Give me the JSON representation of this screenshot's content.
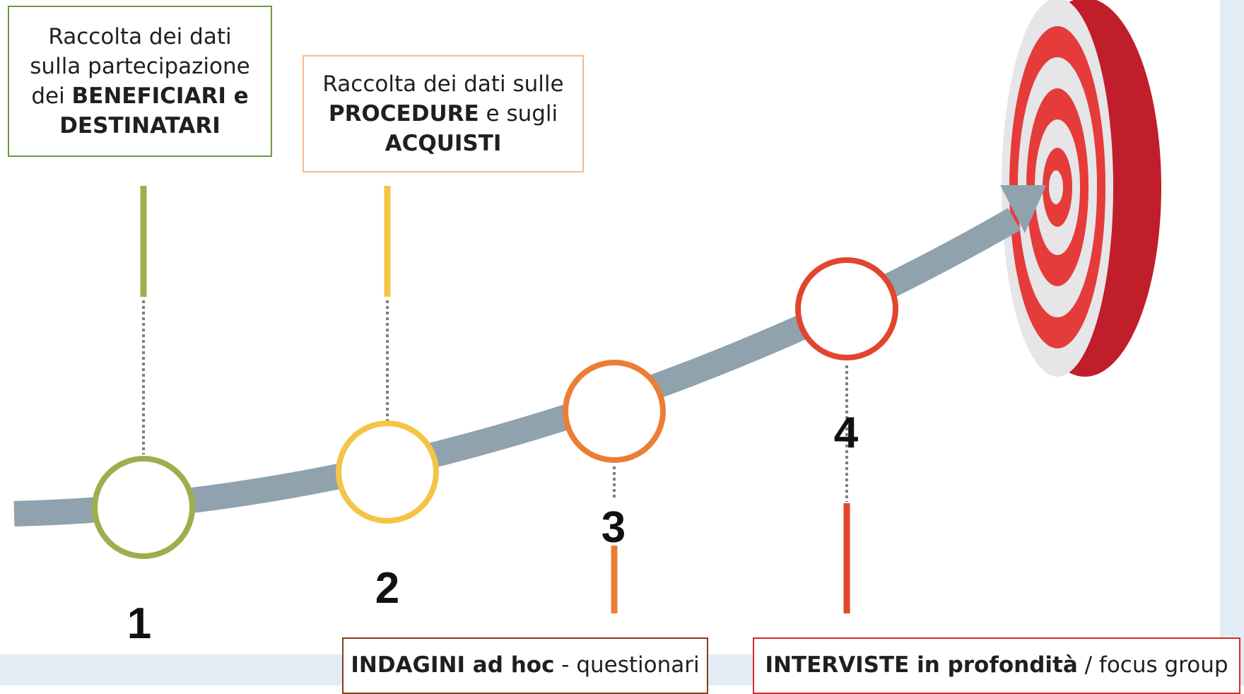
{
  "steps": [
    {
      "number": "1",
      "color": "#9bb04d",
      "box_lines": [
        [
          {
            "t": "Raccolta dei dati",
            "b": false
          }
        ],
        [
          {
            "t": "sulla partecipazione",
            "b": false
          }
        ],
        [
          {
            "t": "dei ",
            "b": false
          },
          {
            "t": "BENEFICIARI e",
            "b": true
          }
        ],
        [
          {
            "t": "DESTINATARI",
            "b": true
          }
        ]
      ],
      "border_color": "#6f9a3b"
    },
    {
      "number": "2",
      "color": "#f3c446",
      "box_lines": [
        [
          {
            "t": "Raccolta dei dati sulle",
            "b": false
          }
        ],
        [
          {
            "t": "PROCEDURE",
            "b": true
          },
          {
            "t": " e sugli",
            "b": false
          }
        ],
        [
          {
            "t": "ACQUISTI",
            "b": true
          }
        ]
      ],
      "border_color": "#f6b98a"
    },
    {
      "number": "3",
      "color": "#ec7d35",
      "box_lines": [
        [
          {
            "t": "INDAGINI ad hoc",
            "b": true
          },
          {
            "t": " - questionari",
            "b": false
          }
        ]
      ],
      "border_color": "#8a3b17"
    },
    {
      "number": "4",
      "color": "#e1452d",
      "box_lines": [
        [
          {
            "t": "INTERVISTE in profondità",
            "b": true
          },
          {
            "t": " / focus group",
            "b": false
          }
        ]
      ],
      "border_color": "#d62b2b"
    }
  ],
  "arrow_color": "#8fa2ad",
  "target_colors": {
    "red": "#e63b3b",
    "dark_red": "#c01e2b",
    "light": "#e6e6e8"
  }
}
